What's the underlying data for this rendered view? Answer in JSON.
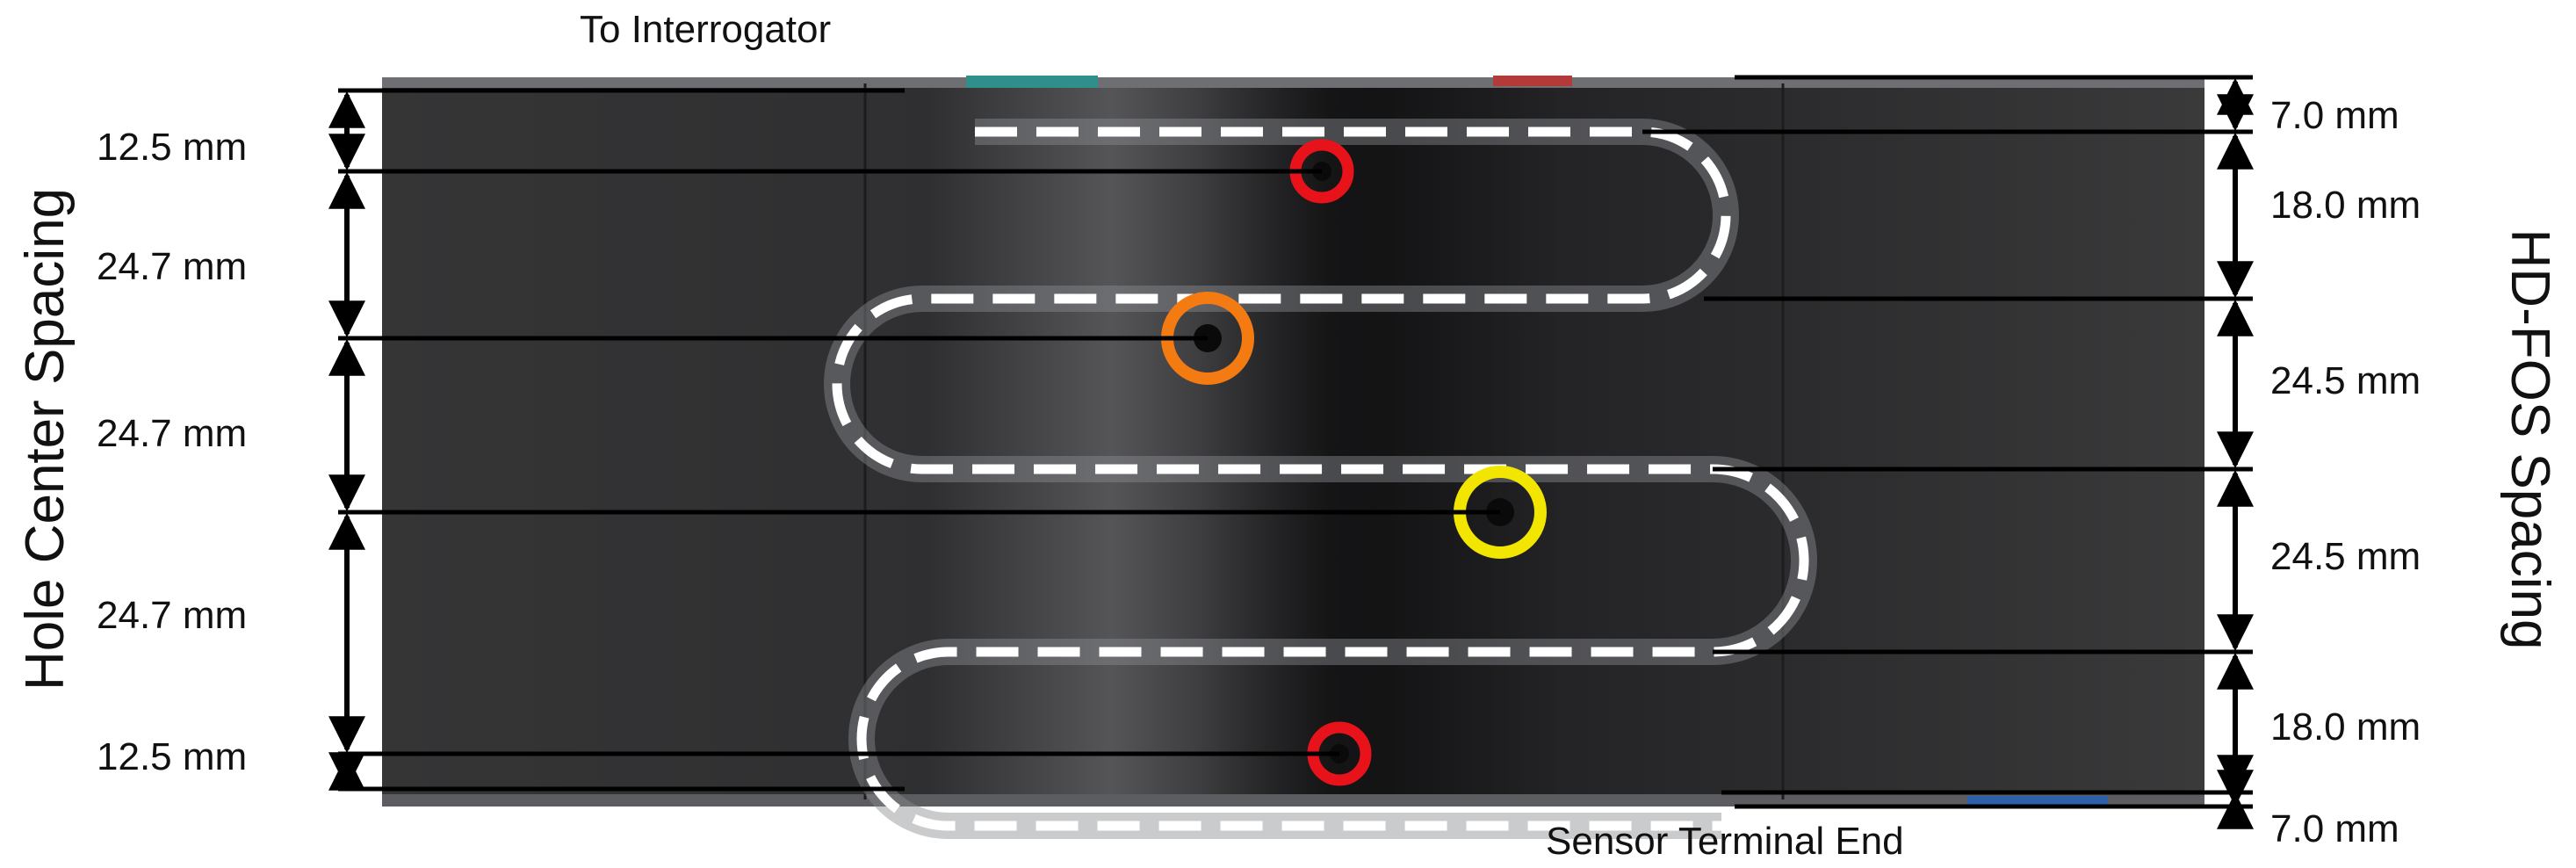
{
  "labels": {
    "top": "To Interrogator",
    "bottom": "Sensor Terminal End",
    "left_title": "Hole Center Spacing",
    "right_title": "HD-FOS Spacing"
  },
  "left_dims": [
    "12.5 mm",
    "24.7 mm",
    "24.7 mm",
    "24.7 mm",
    "12.5 mm"
  ],
  "right_dims": [
    "7.0 mm",
    "18.0 mm",
    "24.5 mm",
    "24.5 mm",
    "18.0 mm",
    "7.0 mm"
  ],
  "colors": {
    "hole_red": "#e8121b",
    "hole_orange": "#f47a12",
    "hole_yellow": "#f2e600",
    "fiber": "#ffffff",
    "panel": "#2b2b2d"
  }
}
